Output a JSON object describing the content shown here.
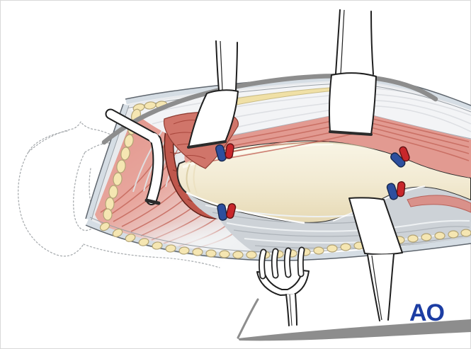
{
  "branding": {
    "logo_text": "AO"
  },
  "palette": {
    "outline": "#1f1f1f",
    "contour_gray": "#8d8d8d",
    "dotted": "#a9adb0",
    "bone_light": "#f9f5e6",
    "bone_mid": "#f2ead2",
    "bone_shadow": "#e6d9b4",
    "muscle": "#e29a91",
    "muscle_striation": "#c5685d",
    "muscle_cut_edge": "#bf574c",
    "fascia_white": "#f3f4f6",
    "fascia_streak": "#d8dbdf",
    "deep_fascia_gray": "#cdd2d7",
    "deep_fascia_streak": "#aeb4ba",
    "fat": "#f5e6b2",
    "fat_outline": "#b3a476",
    "skin_band": "#d5dde4",
    "skin_line": "#5f666e",
    "clip_blue": "#2d4f9e",
    "clip_red": "#c8272b",
    "logo_blue": "#1c3da3"
  },
  "scene": {
    "type": "medical-illustration",
    "subject": "surgical-exposure-of-long-bone-shaft",
    "instrument_count": 5,
    "vessel_clip_pairs": 4,
    "clip_colors": [
      "#2d4f9e",
      "#c8272b"
    ]
  }
}
